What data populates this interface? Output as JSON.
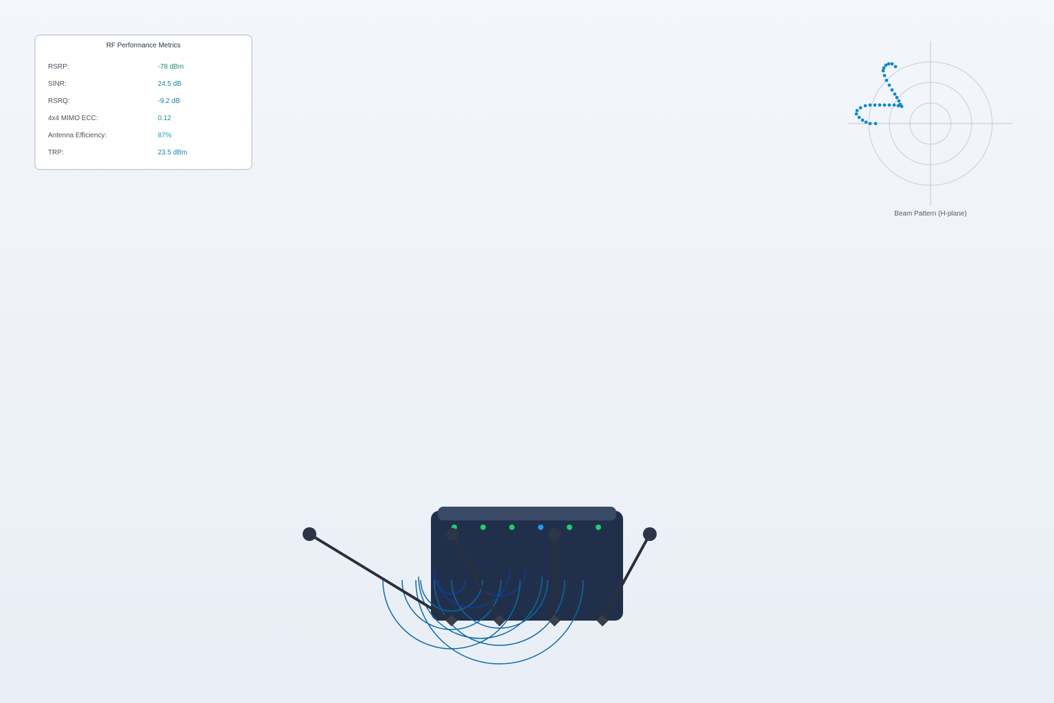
{
  "metrics": {
    "title": "RF Performance Metrics",
    "rows": [
      {
        "label": "RSRP:",
        "value": "-78 dBm",
        "color": "#1a8f5c"
      },
      {
        "label": "SINR:",
        "value": "24.5 dB",
        "color": "#1a7fb0"
      },
      {
        "label": "RSRQ:",
        "value": "-9.2 dB",
        "color": "#1a7fb0"
      },
      {
        "label": "4x4 MIMO ECC:",
        "value": "0.12",
        "color": "#1a8f8a"
      },
      {
        "label": "Antenna Efficiency:",
        "value": "87%",
        "color": "#1a9ac8"
      },
      {
        "label": "TRP:",
        "value": "23.5 dBm",
        "color": "#1a7fb0"
      }
    ]
  },
  "beam_pattern": {
    "caption": "Beam Pattern (H-plane)",
    "point_color": "#1188cc"
  },
  "router": {
    "body_color": "#21304a",
    "top_color": "#3a4a66",
    "antenna_color": "#2b2f3a",
    "leds": [
      "#22cc66",
      "#22cc66",
      "#22cc66",
      "#2299ee",
      "#22cc66",
      "#22cc66"
    ],
    "wave_colors": [
      "#0a6aa8",
      "#0a3f9e"
    ]
  }
}
